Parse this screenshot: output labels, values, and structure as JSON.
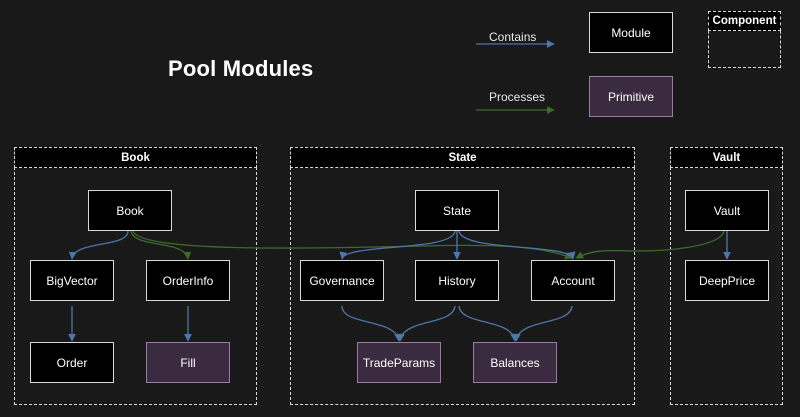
{
  "title": "Pool Modules",
  "colors": {
    "background": "#191919",
    "module_fill": "#000000",
    "module_border": "#d9d9d9",
    "primitive_fill": "#3b2b41",
    "primitive_border": "#9d7aa8",
    "contains_edge": "#4e76a8",
    "processes_edge": "#3e6b2c",
    "text": "#ffffff"
  },
  "legend": {
    "contains_label": "Contains",
    "processes_label": "Processes",
    "module_label": "Module",
    "primitive_label": "Primitive",
    "component_label": "Component"
  },
  "groups": [
    {
      "id": "book",
      "label": "Book"
    },
    {
      "id": "state",
      "label": "State"
    },
    {
      "id": "vault",
      "label": "Vault"
    }
  ],
  "nodes": [
    {
      "id": "book",
      "label": "Book",
      "type": "module",
      "group": "book"
    },
    {
      "id": "bigvector",
      "label": "BigVector",
      "type": "module",
      "group": "book"
    },
    {
      "id": "orderinfo",
      "label": "OrderInfo",
      "type": "module",
      "group": "book"
    },
    {
      "id": "order",
      "label": "Order",
      "type": "module",
      "group": "book"
    },
    {
      "id": "fill",
      "label": "Fill",
      "type": "primitive",
      "group": "book"
    },
    {
      "id": "state",
      "label": "State",
      "type": "module",
      "group": "state"
    },
    {
      "id": "governance",
      "label": "Governance",
      "type": "module",
      "group": "state"
    },
    {
      "id": "history",
      "label": "History",
      "type": "module",
      "group": "state"
    },
    {
      "id": "account",
      "label": "Account",
      "type": "module",
      "group": "state"
    },
    {
      "id": "tradeparams",
      "label": "TradeParams",
      "type": "primitive",
      "group": "state"
    },
    {
      "id": "balances",
      "label": "Balances",
      "type": "primitive",
      "group": "state"
    },
    {
      "id": "vault",
      "label": "Vault",
      "type": "module",
      "group": "vault"
    },
    {
      "id": "deepprice",
      "label": "DeepPrice",
      "type": "module",
      "group": "vault"
    }
  ],
  "edges": [
    {
      "from": "book",
      "to": "bigvector",
      "kind": "contains"
    },
    {
      "from": "bigvector",
      "to": "order",
      "kind": "contains"
    },
    {
      "from": "orderinfo",
      "to": "fill",
      "kind": "contains"
    },
    {
      "from": "book",
      "to": "orderinfo",
      "kind": "processes"
    },
    {
      "from": "book",
      "to": "account",
      "kind": "processes"
    },
    {
      "from": "state",
      "to": "governance",
      "kind": "contains"
    },
    {
      "from": "state",
      "to": "history",
      "kind": "contains"
    },
    {
      "from": "state",
      "to": "account",
      "kind": "contains"
    },
    {
      "from": "governance",
      "to": "tradeparams",
      "kind": "contains"
    },
    {
      "from": "history",
      "to": "tradeparams",
      "kind": "contains"
    },
    {
      "from": "history",
      "to": "balances",
      "kind": "contains"
    },
    {
      "from": "account",
      "to": "balances",
      "kind": "contains"
    },
    {
      "from": "vault",
      "to": "deepprice",
      "kind": "contains"
    },
    {
      "from": "vault",
      "to": "account",
      "kind": "processes"
    }
  ]
}
